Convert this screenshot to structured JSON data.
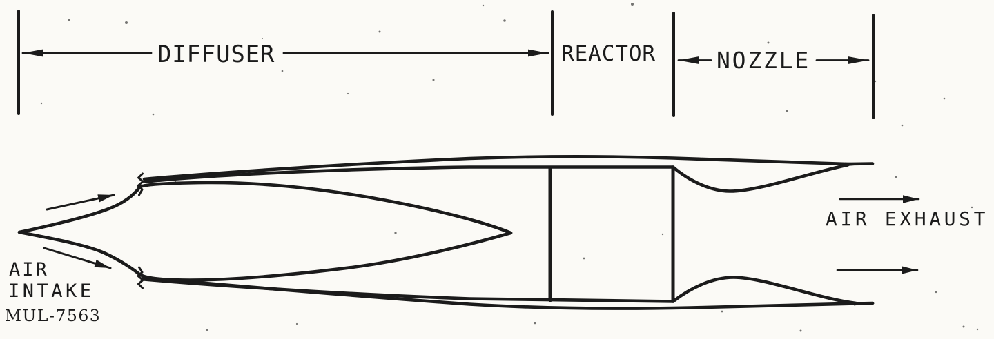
{
  "figure": {
    "sections": [
      {
        "label": "DIFFUSER"
      },
      {
        "label": "REACTOR"
      },
      {
        "label": "NOZZLE"
      }
    ],
    "flow_labels": {
      "intake_line1": "AIR",
      "intake_line2": "INTAKE",
      "exhaust": "AIR EXHAUST"
    },
    "figure_number": "MUL-7563"
  },
  "icons": {
    "dimension_arrow": "drafting-arrowhead",
    "flow_arrow": "airflow-arrowhead"
  },
  "colors": {
    "ink": "#1b1b1b",
    "paper": "#fbfaf6"
  }
}
